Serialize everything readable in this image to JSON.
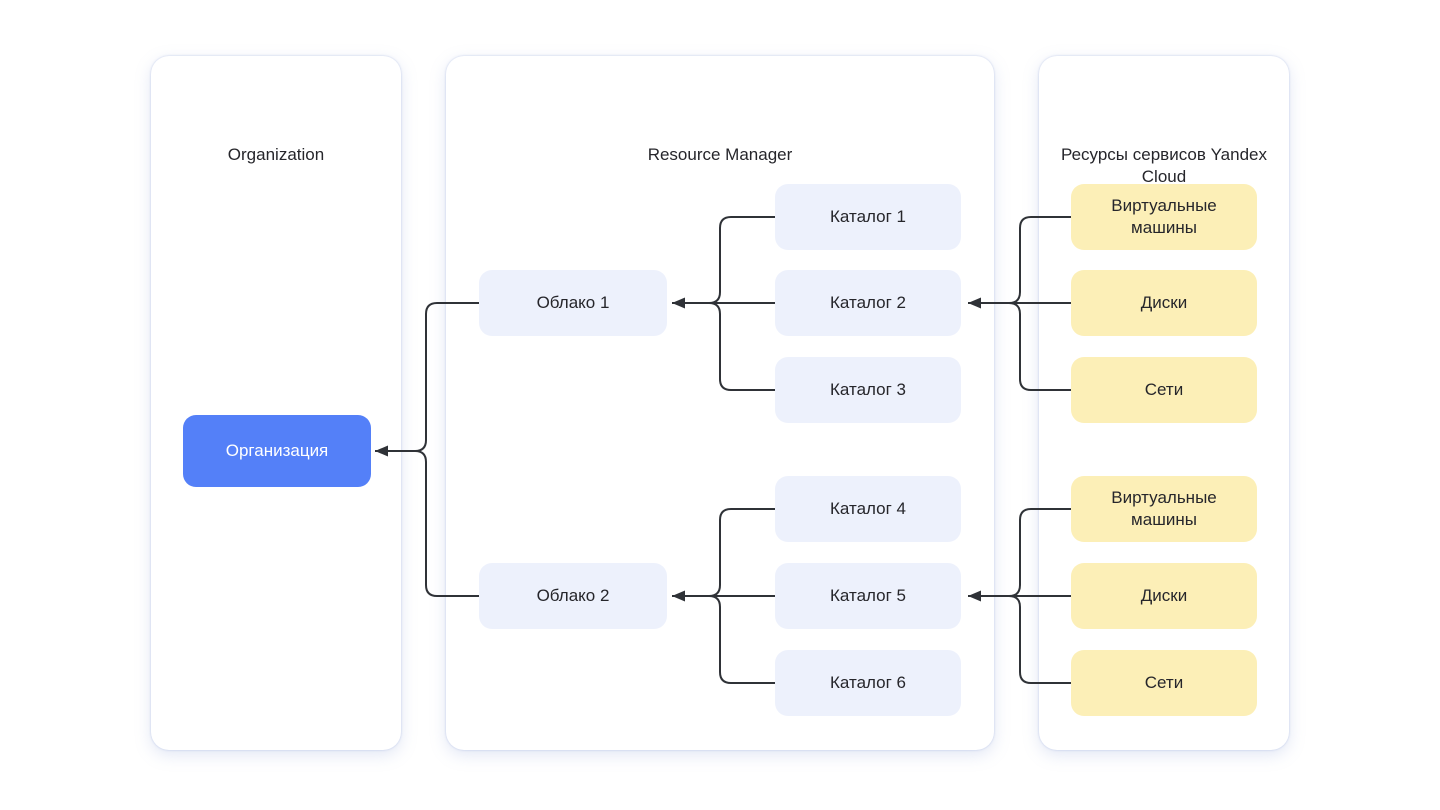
{
  "colors": {
    "background": "#ffffff",
    "panel_bg": "#ffffff",
    "node_light": "#edf1fc",
    "node_blue": "#5480f8",
    "node_yellow": "#fcefb7",
    "line": "#2f3237",
    "text_dark": "#26262b",
    "text_light": "#ffffff"
  },
  "panels": {
    "organization": {
      "title": "Organization",
      "node": "Организация"
    },
    "resource_manager": {
      "title": "Resource Manager",
      "clouds": [
        "Облако 1",
        "Облако 2"
      ],
      "folders": [
        "Каталог 1",
        "Каталог 2",
        "Каталог 3",
        "Каталог 4",
        "Каталог 5",
        "Каталог 6"
      ]
    },
    "resources": {
      "title": "Ресурсы сервисов Yandex Cloud",
      "groups": [
        [
          "Виртуальные машины",
          "Диски",
          "Сети"
        ],
        [
          "Виртуальные машины",
          "Диски",
          "Сети"
        ]
      ]
    }
  }
}
